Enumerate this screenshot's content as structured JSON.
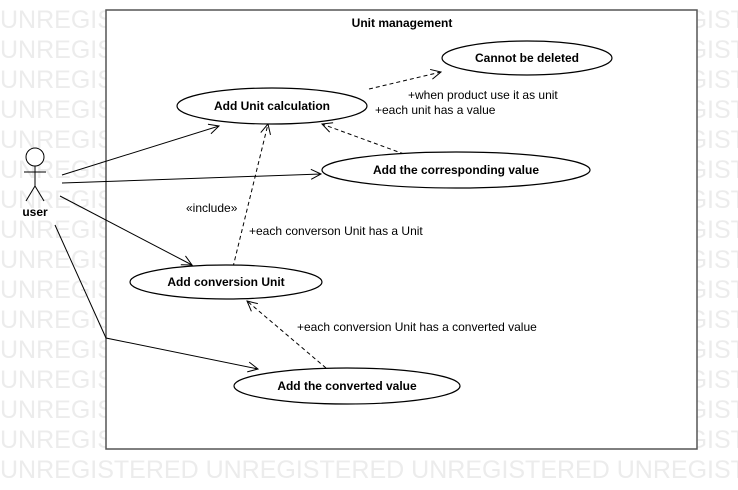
{
  "watermark": {
    "text": "UNREGISTERED UNREGISTERED UNREGISTERED UNREGISTERED"
  },
  "system_boundary": {
    "title": "Unit management"
  },
  "actor": {
    "name": "user"
  },
  "use_cases": {
    "add_unit_calculation": "Add Unit calculation",
    "cannot_be_deleted": "Cannot be deleted",
    "add_corresponding_value": "Add the corresponding value",
    "add_conversion_unit": "Add conversion Unit",
    "add_converted_value": "Add the converted value"
  },
  "labels": {
    "include": "«include»",
    "when_product_use": "+when product use it as unit",
    "each_unit_value": "+each unit has a value",
    "each_conversion_unit": "+each converson Unit has a Unit",
    "each_conversion_converted": "+each conversion Unit has a converted value"
  },
  "colors": {
    "line": "#000000",
    "boundary_fill": "#ffffff",
    "watermark": "#ececec"
  }
}
